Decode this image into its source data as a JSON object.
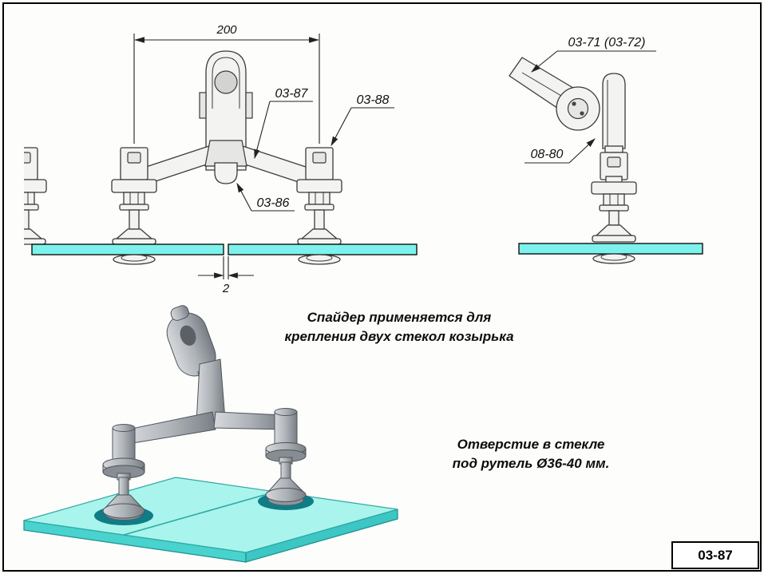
{
  "page": {
    "background": "#ffffff",
    "border_color": "#000000"
  },
  "colors": {
    "glass_fill": "#7df2ec",
    "glass_stroke": "#101010",
    "drawing_line": "#222222",
    "metal_light": "#f3f3f1",
    "iso_metal": "#aeb3b8",
    "iso_glass_top": "#a9f4ec",
    "iso_glass_edge": "#49d3cf",
    "iso_hole": "#0f7c86"
  },
  "front_view": {
    "dimension_width": "200",
    "dimension_gap": "2",
    "label_arm": "03-87",
    "label_routel": "03-88",
    "label_center": "03-86"
  },
  "side_view": {
    "label_arm": "03-71 (03-72)",
    "label_body": "08-80"
  },
  "notes": {
    "usage_line1": "Спайдер применяется для",
    "usage_line2": "крепления двух стекол козырька",
    "hole_line1": "Отверстие в стекле",
    "hole_line2": "под рутель Ø36-40 мм."
  },
  "title_block": {
    "code": "03-87"
  }
}
